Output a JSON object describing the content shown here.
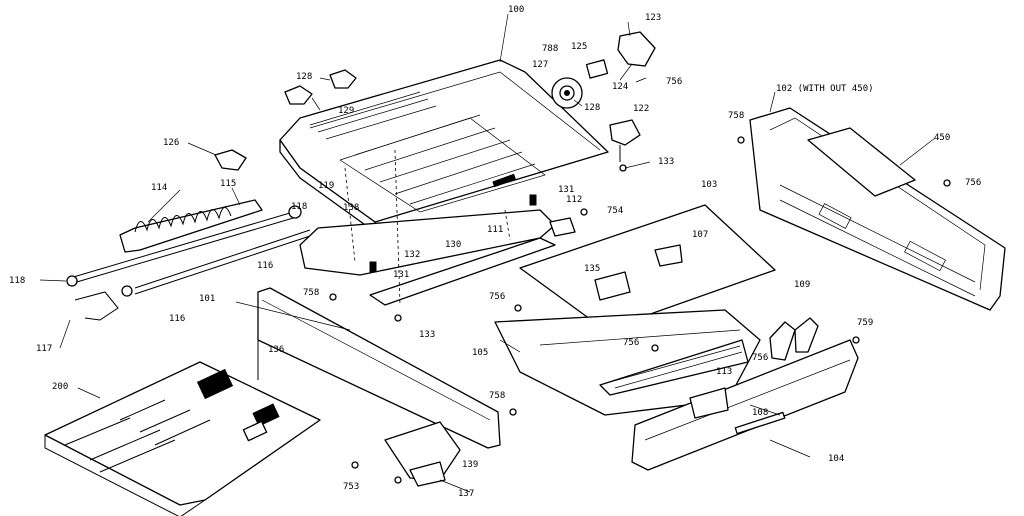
{
  "labels": {
    "l100": "100",
    "l123": "123",
    "l125": "125",
    "l788": "788",
    "l127": "127",
    "l124": "124",
    "l756a": "756",
    "l128a": "128",
    "l129": "129",
    "l128b": "128",
    "l122": "122",
    "l126": "126",
    "l133a": "133",
    "l102": "102 (WITH OUT 450)",
    "l758a": "758",
    "l450": "450",
    "l756b": "756",
    "l114": "114",
    "l115": "115",
    "l119": "119",
    "l118a": "118",
    "l138a": "138",
    "l130": "130",
    "l131a": "131",
    "l112": "112",
    "l754": "754",
    "l103": "103",
    "l107": "107",
    "l111": "111",
    "l132": "132",
    "l131b": "131",
    "l116a": "116",
    "l118b": "118",
    "l135": "135",
    "l758b": "758",
    "l116b": "116",
    "l101": "101",
    "l133b": "133",
    "l756c": "756",
    "l109": "109",
    "l759": "759",
    "l117": "117",
    "l105": "105",
    "l756d": "756",
    "l756e": "756",
    "l113": "113",
    "l136": "136",
    "l200": "200",
    "l758c": "758",
    "l108": "108",
    "l104": "104",
    "l139": "139",
    "l753": "753",
    "l137": "137"
  }
}
